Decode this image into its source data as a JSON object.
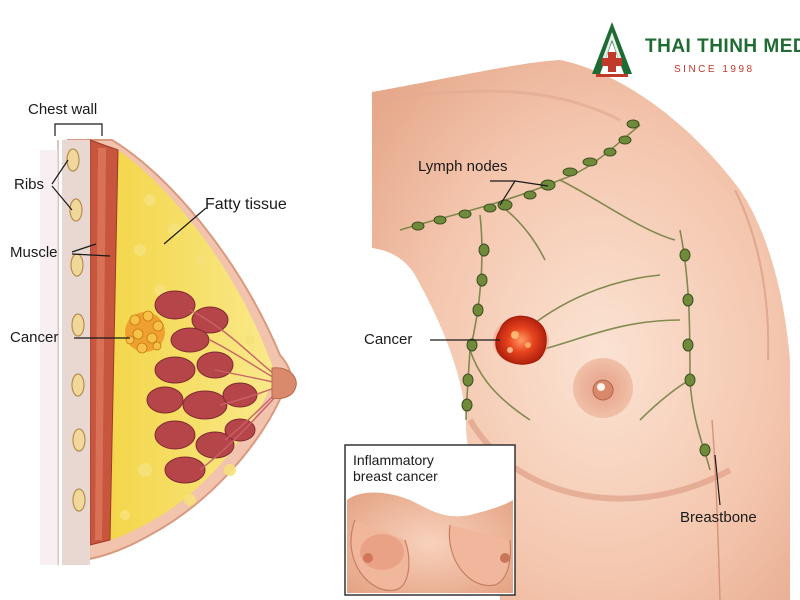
{
  "brand": {
    "name": "THAI THINH MEDIC",
    "since": "SINCE 1998",
    "logo_icon": "hospital-cross-logo",
    "colors": {
      "primary": "#1e6b33",
      "accent": "#c0392b"
    }
  },
  "labels": {
    "chest_wall": "Chest wall",
    "ribs": "Ribs",
    "muscle": "Muscle",
    "fatty_tissue": "Fatty tissue",
    "cancer_left": "Cancer",
    "lymph_nodes": "Lymph nodes",
    "cancer_right": "Cancer",
    "breastbone": "Breastbone"
  },
  "inset": {
    "title_line1": "Inflammatory",
    "title_line2": "breast cancer"
  }
}
